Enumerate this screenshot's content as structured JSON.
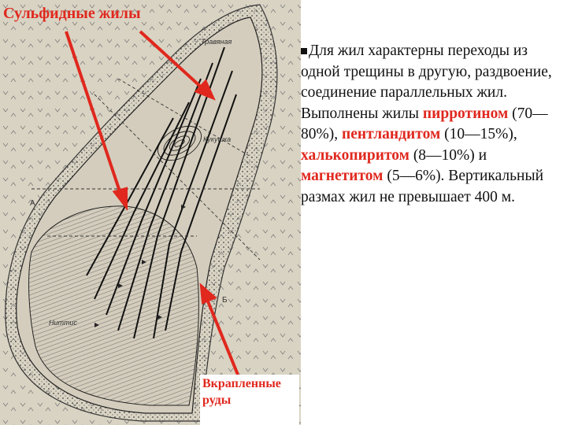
{
  "title": "Сульфидные жилы",
  "map": {
    "label_travyanaya": "Травяная",
    "label_kukushka": "Кукушка",
    "label_nittis": "Ниттис",
    "label_a": "А",
    "label_b": "Б"
  },
  "callout_label": [
    "Вкрапленные",
    "руды"
  ],
  "body": {
    "t1": "Для жил характерны переходы из одной трещины в другую, раздвоение, соединение параллельных жил. Выполнены жилы ",
    "m1": "пирротином",
    "t2": " (70—80%), ",
    "m2": "пентландитом",
    "t3": " (10—15%), ",
    "m3": "халькопиритом",
    "t4": " (8—10%) и ",
    "m4": "магнетитом",
    "t5": " (5—6%). Вертикальный размах жил не превышает 400 м."
  },
  "colors": {
    "accent": "#e0281e",
    "highlight_text": "#e0281e",
    "map_paper": "#d9d3c3"
  }
}
